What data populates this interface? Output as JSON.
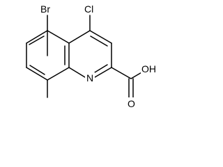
{
  "molecule": {
    "atoms": {
      "bromine": "Br",
      "chlorine": "Cl",
      "ring_nitrogen": "N",
      "hydroxyl": "OH",
      "carbonyl_oxygen": "O"
    }
  }
}
